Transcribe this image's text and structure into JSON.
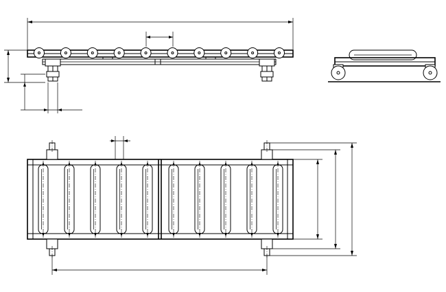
{
  "drawing": {
    "views": [
      "side-elevation",
      "end-elevation",
      "plan-view"
    ],
    "side_view": {
      "roller_count": 10
    },
    "plan_view": {
      "roller_count": 10,
      "sections": 2
    },
    "end_view": {
      "wheel_count": 2
    },
    "line_color": "#000000",
    "background_color": "#ffffff"
  }
}
